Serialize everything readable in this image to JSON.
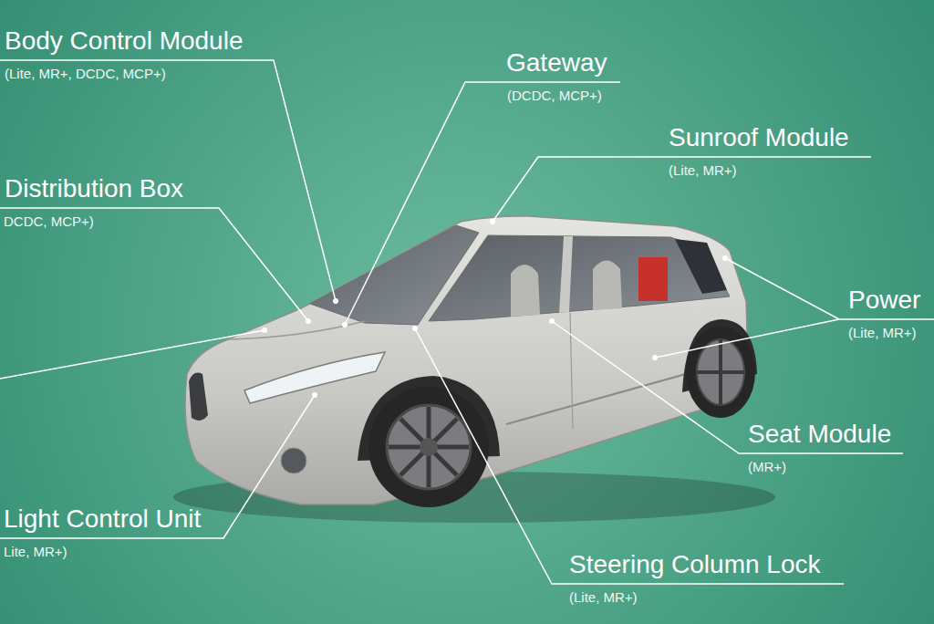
{
  "diagram": {
    "labels": [
      "Body Control Module",
      "(Lite, MR+, DCDC, MCP+)",
      "Gateway",
      "(DCDC, MCP+)",
      "Sunroof Module",
      "(Lite, MR+)",
      "Distribution Box",
      "DCDC, MCP+)",
      "Power",
      "(Lite, MR+)",
      "Seat Module",
      "(MR+)",
      "Light Control Unit",
      "Lite, MR+)",
      "Steering Column Lock",
      "(Lite, MR+)"
    ]
  }
}
